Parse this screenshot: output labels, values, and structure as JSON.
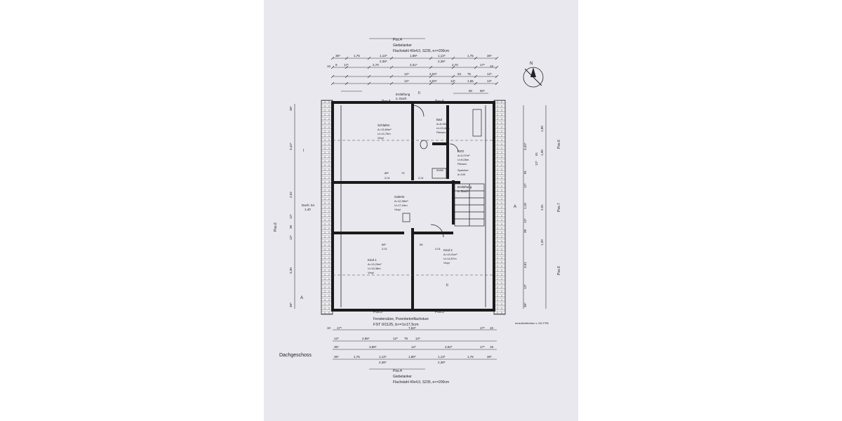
{
  "top_annotation": {
    "pos": "Pos.4",
    "name": "Giebelanker",
    "spec": "Flachstahl 40x4,0, S235, e<=200cm"
  },
  "bottom_annotation": {
    "pos": "Pos.4",
    "name": "Giebelanker",
    "spec": "Flachstahl 40x4,0, S235, e<=200cm"
  },
  "lintel": {
    "line1": "Fenstersütze, Porenbetonflachsturz",
    "line2": "FST II/1125, b>=1x17,5cm"
  },
  "floor_label": "Dachgeschoss",
  "height_note": "Innenlichthöhen v. OK FFB",
  "entlueftung_top": {
    "line1": "Entlüftung",
    "line2": "ü. Dach"
  },
  "entlueftung_mid": {
    "line1": "Entlüftung",
    "line2": "ü. Dach"
  },
  "pos5_labels": [
    "Pos.5",
    "Pos.5",
    "Pos.5",
    "Pos.5"
  ],
  "dach_label": {
    "line1": "Dach: 54",
    "line2": "1,40"
  },
  "rooms": [
    {
      "name": "Schlafen",
      "area": "A=13,60m²",
      "perimeter": "U=14,75m",
      "floor": "Vinyl"
    },
    {
      "name": "Bad",
      "area": "A=6,90m²",
      "perimeter": "U=13,46m",
      "floor": "Fliesen"
    },
    {
      "name": "RZG",
      "area": "A=2,07m²",
      "perimeter": "U=6,06m",
      "floor": "Fliesen"
    },
    {
      "name": "Galerie",
      "area": "A=12,95m²",
      "perimeter": "U=17,44m",
      "floor": "Vinyl"
    },
    {
      "name": "Kind 1",
      "area": "A=13,29m²",
      "perimeter": "U=15,38m",
      "floor": "Vinyl"
    },
    {
      "name": "Kind 2",
      "area": "A=13,01m²",
      "perimeter": "U=14,57m",
      "floor": "Vinyl"
    }
  ],
  "speicher": {
    "line1": "Speicher",
    "line2": "d=100"
  },
  "door_labels": [
    "88⁵",
    "2,01",
    "75",
    "2,01",
    "88⁵",
    "2,01",
    "58",
    "2,01",
    "90/60"
  ],
  "top_dims": {
    "row1": [
      "36⁵",
      "1,75",
      "1,13⁵",
      "1,88⁵",
      "1,13⁵",
      "1,75",
      "36⁵"
    ],
    "row2": [
      "2,38⁵",
      "2,38⁵"
    ],
    "row3": [
      "10",
      "9",
      "17⁵",
      "2,70",
      "3,31⁵",
      "2,70",
      "17⁵",
      "10"
    ],
    "row4": [
      "12⁵",
      "2,03⁵",
      "53",
      "75",
      "12⁵"
    ],
    "row5": [
      "12⁵",
      "2,03⁵",
      "12⁵",
      "1,65",
      "12⁵"
    ],
    "row6": [
      "50",
      "60⁵"
    ]
  },
  "bottom_dims": {
    "row1": [
      "10",
      "17⁵",
      "7,63⁵",
      "17⁵",
      "10"
    ],
    "row2": [
      "12⁵",
      "2,95⁵",
      "12⁵",
      "79",
      "12⁵"
    ],
    "row3": [
      "36⁵",
      "3,88⁵",
      "12⁵",
      "3,62⁵",
      "17⁵",
      "19"
    ],
    "row4": [
      "36⁵",
      "1,75",
      "1,13⁵",
      "1,88⁵",
      "1,13⁵",
      "1,75",
      "36⁵"
    ],
    "row5": [
      "2,38⁵",
      "2,38⁵"
    ]
  },
  "left_dims": [
    "36⁵",
    "3,42⁵",
    "2,52",
    "12⁵",
    "38",
    "12⁵",
    "3,30",
    "36⁵"
  ],
  "right_dims": [
    "1,80",
    "1,90",
    "3,42⁵",
    "61",
    "12⁵",
    "81",
    "12⁵",
    "1,10",
    "2,01",
    "12⁵",
    "38",
    "1,20",
    "3,61",
    "12⁵",
    "36⁵"
  ],
  "left_pos": "Pos.6",
  "right_pos": [
    "Pos.6",
    "Pos.7",
    "Pos.6"
  ],
  "section_marks": [
    "A",
    "A",
    "I",
    "II",
    "II"
  ]
}
